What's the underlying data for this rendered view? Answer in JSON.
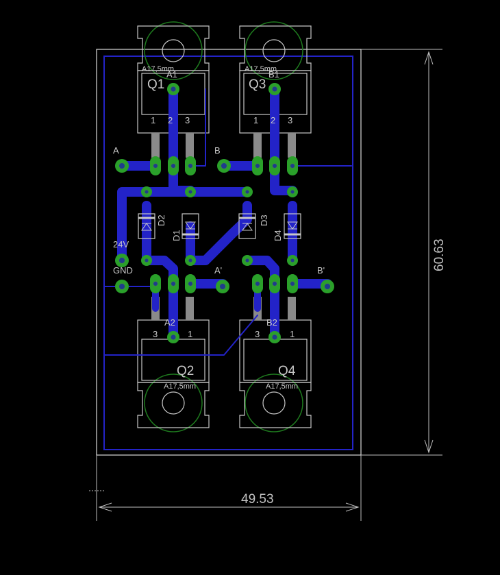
{
  "dimensions": {
    "width": "49.53",
    "height": "60.63"
  },
  "transistors": [
    {
      "ref": "Q1",
      "value": "A17,5mm",
      "pins": [
        "1",
        "2",
        "3"
      ]
    },
    {
      "ref": "Q3",
      "value": "A17,5mm",
      "pins": [
        "1",
        "2",
        "3"
      ]
    },
    {
      "ref": "Q2",
      "value": "A17,5mm",
      "pins": [
        "3",
        "1"
      ]
    },
    {
      "ref": "Q4",
      "value": "A17,5mm",
      "pins": [
        "3",
        "1"
      ]
    }
  ],
  "diodes": [
    "D1",
    "D2",
    "D3",
    "D4"
  ],
  "connectors": [
    "A",
    "B",
    "24V",
    "GND",
    "A'",
    "B'"
  ],
  "overlays": [
    "A1",
    "B1",
    "A2",
    "B2"
  ],
  "colors": {
    "background": "#000000",
    "trace": "#2323c8",
    "pad": "#2aa02a",
    "pad_inner": "#1e3c8c",
    "silk": "#c8c8c8",
    "outline": "#ffffff"
  }
}
